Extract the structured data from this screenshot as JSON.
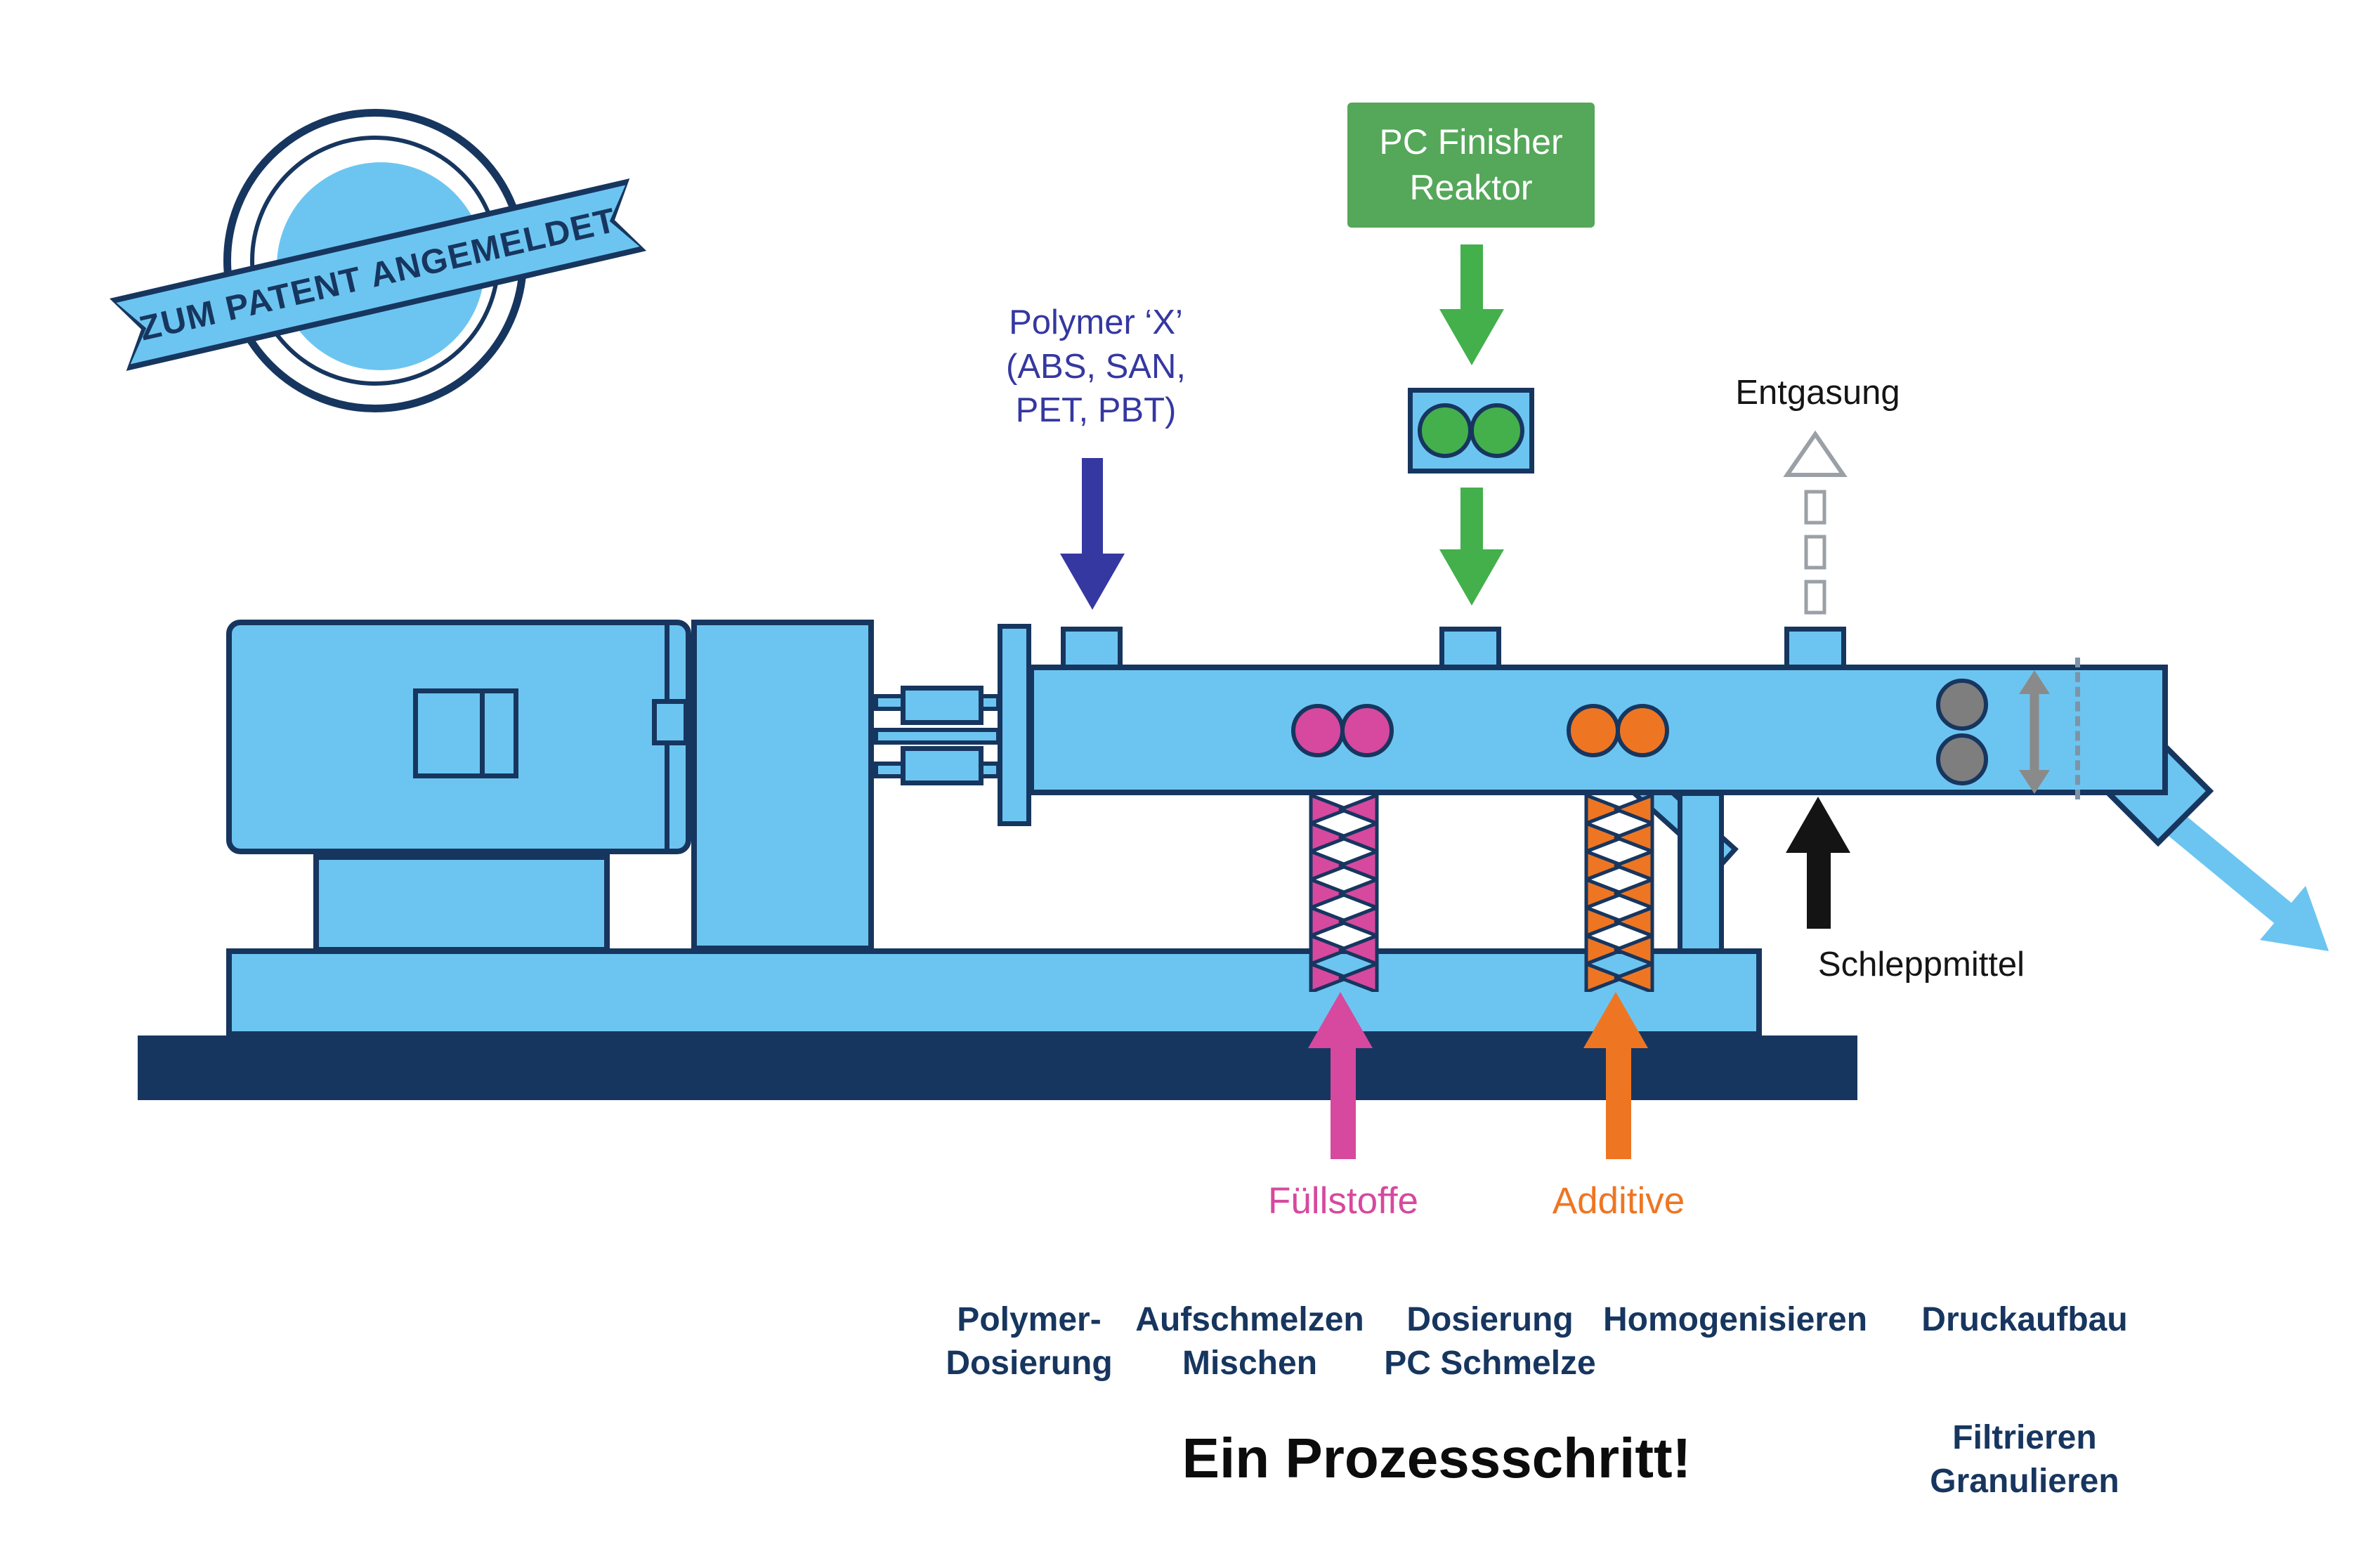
{
  "badge": {
    "label": "ZUM PATENT ANGEMELDET"
  },
  "reactor": {
    "line1": "PC Finisher",
    "line2": "Reaktor"
  },
  "polymer": {
    "line1": "Polymer ‘X’",
    "line2": "(ABS, SAN,",
    "line3": "PET, PBT)"
  },
  "labels": {
    "entgasung": "Entgasung",
    "schleppmittel": "Schleppmittel",
    "fuellstoffe": "Füllstoffe",
    "additive": "Additive"
  },
  "steps": [
    {
      "line1": "Polymer-",
      "line2": "Dosierung"
    },
    {
      "line1": "Aufschmelzen",
      "line2": "Mischen"
    },
    {
      "line1": "Dosierung",
      "line2": "PC Schmelze"
    },
    {
      "line1": "Homogenisieren",
      "line2": ""
    },
    {
      "line1": "Druckaufbau",
      "line2": ""
    }
  ],
  "post": {
    "line1": "Filtrieren",
    "line2": "Granulieren"
  },
  "headline": "Ein Prozessschritt!",
  "colors": {
    "machine_blue": "#6CC5F0",
    "navy": "#17365F",
    "reactor_green": "#55A75A",
    "arrow_green": "#43B04C",
    "polymer_indigo": "#3538A0",
    "filler_pink": "#D6499E",
    "additive_orange": "#EE7623",
    "degassing_gray": "#9AA0A6",
    "pressure_gray": "#7E7E7E",
    "base_navy": "#17365F",
    "arrow_black": "#141414"
  }
}
